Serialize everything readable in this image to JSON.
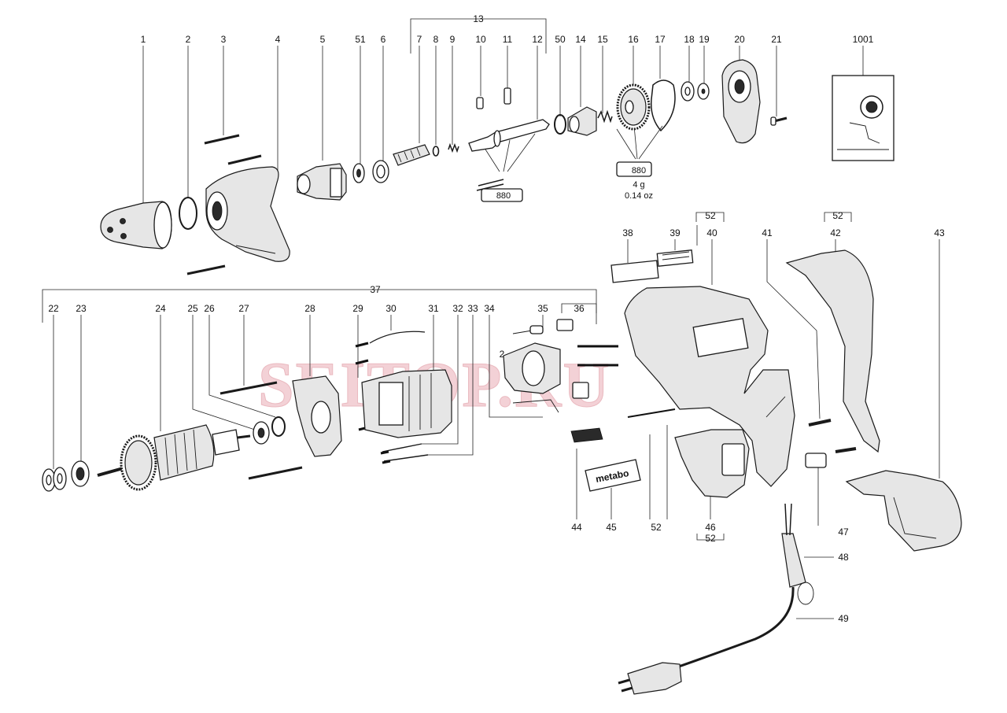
{
  "diagram": {
    "part_numbers": {
      "p1": "1",
      "p2": "2",
      "p3": "3",
      "p4": "4",
      "p5": "5",
      "p51": "51",
      "p6": "6",
      "p7": "7",
      "p8": "8",
      "p9": "9",
      "p10": "10",
      "p11": "11",
      "p12": "12",
      "p13": "13",
      "p50": "50",
      "p14": "14",
      "p15": "15",
      "p16": "16",
      "p17": "17",
      "p18": "18",
      "p19": "19",
      "p20": "20",
      "p21": "21",
      "p1001": "1001",
      "p22": "22",
      "p23": "23",
      "p24": "24",
      "p25": "25",
      "p26": "26",
      "p27": "27",
      "p28": "28",
      "p29": "29",
      "p30": "30",
      "p31": "31",
      "p32": "32",
      "p33": "33",
      "p34": "34",
      "p35": "35",
      "p36": "36",
      "p37": "37",
      "p38": "38",
      "p39": "39",
      "p40": "40",
      "p41": "41",
      "p42": "42",
      "p43": "43",
      "p44": "44",
      "p45": "45",
      "p46": "46",
      "p47": "47",
      "p48": "48",
      "p49": "49",
      "p52_a": "52",
      "p52_b": "52",
      "p52_c": "52",
      "p52_d": "52",
      "p2_small": "2"
    },
    "grease_label_a": "880",
    "grease_label_b": "880",
    "grease_amount": "4 g",
    "grease_amount_oz": "0.14 oz",
    "brand_plate": "metabo",
    "watermark": "SEITOP.RU"
  }
}
